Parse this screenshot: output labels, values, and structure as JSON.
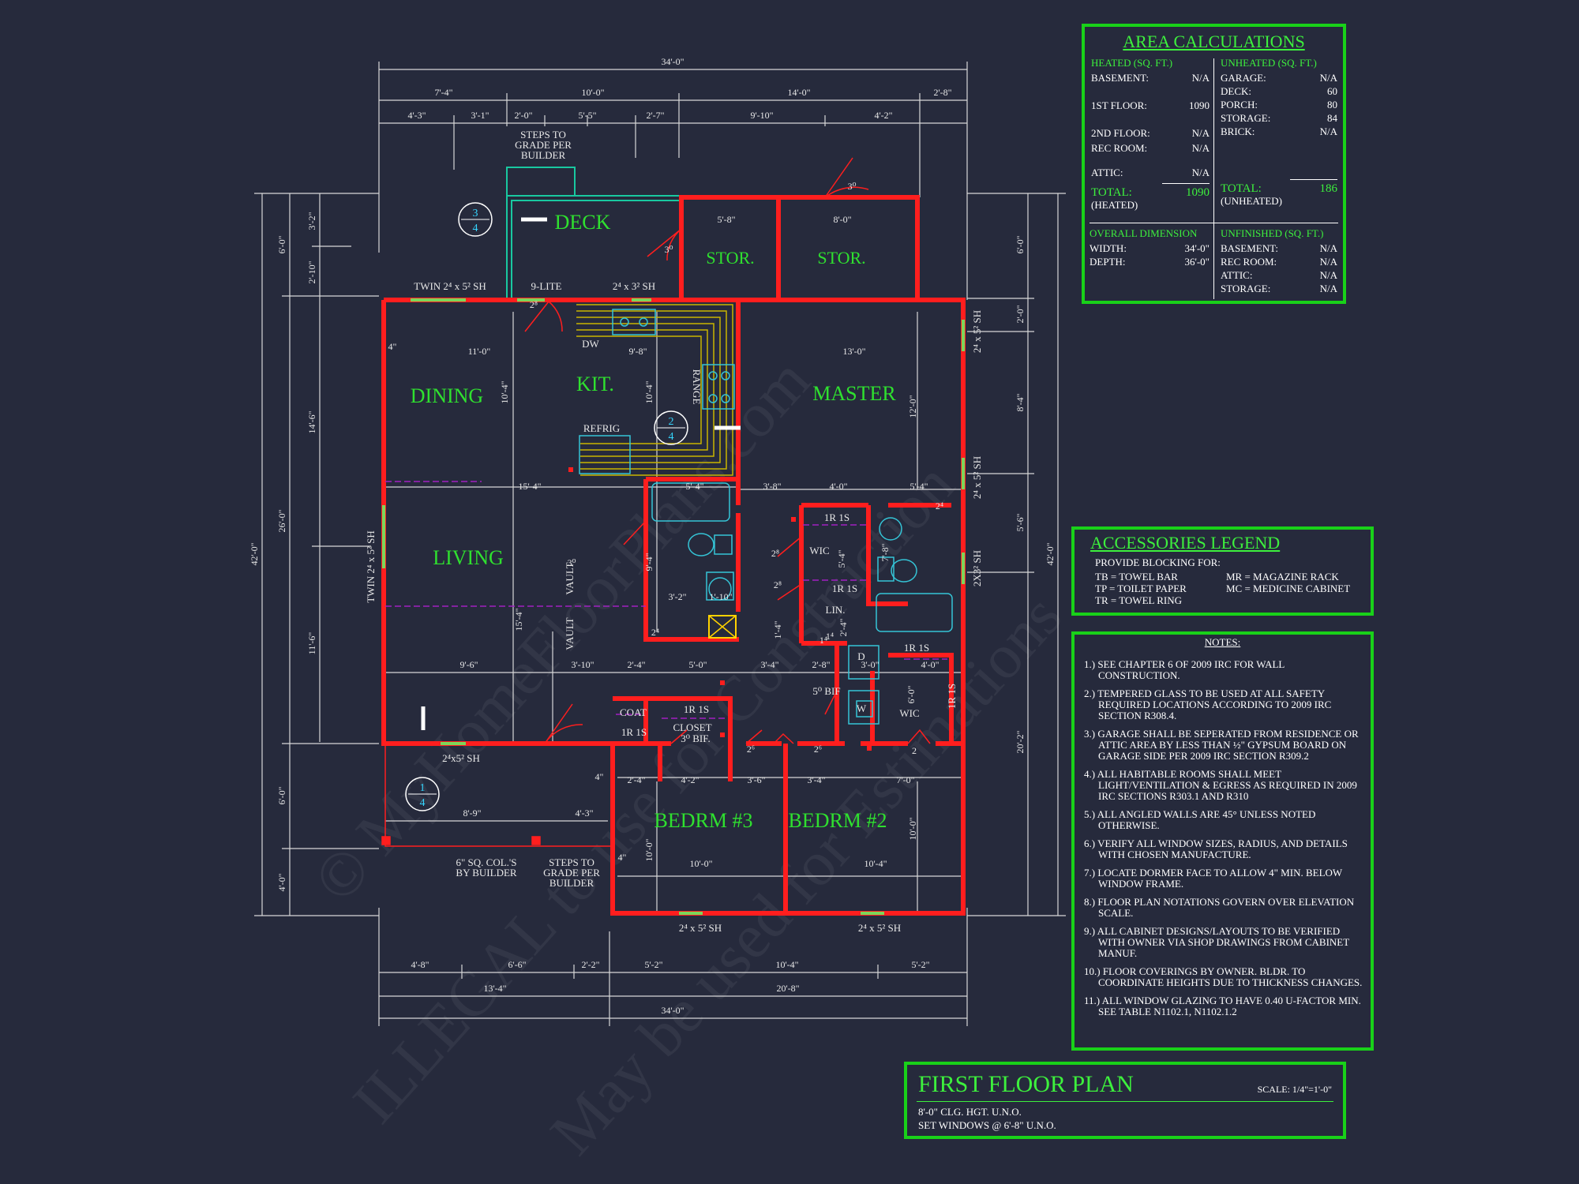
{
  "plan": {
    "rooms": [
      "DECK",
      "STOR.",
      "STOR.",
      "DINING",
      "KIT.",
      "MASTER",
      "LIVING",
      "BEDRM #3",
      "BEDRM #2"
    ],
    "labels": {
      "steps_top": [
        "STEPS TO",
        "GRADE PER",
        "BUILDER"
      ],
      "steps_bottom": [
        "STEPS TO",
        "GRADE PER",
        "BUILDER"
      ],
      "col_note": [
        "6\" SQ. COL.'S",
        "BY BUILDER"
      ],
      "twin_top": "TWIN 2⁴ x 5² SH",
      "nine_lite": "9-LITE",
      "win_kit": "2⁴ x 3² SH",
      "dw": "DW",
      "range": "RANGE",
      "refrig": "REFRIG",
      "twin_left": "TWIN 2⁴ x 5² SH",
      "vault1": "VAULT",
      "vault2": "VAULT",
      "coat": "COAT",
      "closet": "CLOSET",
      "closet_bif": "3⁰ BIF.",
      "wic1": "WIC",
      "wic2": "WIC",
      "lin": "LIN.",
      "bif5": "5⁰ BIF",
      "d": "D",
      "w": "W",
      "win_bottom_left": "2⁴x5² SH",
      "win_bed3": "2⁴ x 5² SH",
      "win_bed2": "2⁴ x 5² SH",
      "win_right1": "2⁴ x 5² SH",
      "win_right2": "2⁴ x 5² SH",
      "win_right3": "2X3² SH",
      "shelf1": "1R 1S",
      "shelf2": "1R 1S",
      "shelf3": "1R 1S",
      "shelf4": "1R 1S",
      "shelf5": "1R 1S",
      "shelf6": "1R 1S"
    },
    "section_markers": [
      {
        "top": "3",
        "bottom": "4"
      },
      {
        "top": "2",
        "bottom": "4"
      },
      {
        "top": "1",
        "bottom": "4"
      }
    ],
    "dims_top": {
      "overall": "34'-0\"",
      "row2": [
        "7'-4\"",
        "10'-0\"",
        "14'-0\"",
        "2'-8\""
      ],
      "row3": [
        "4'-3\"",
        "3'-1\"",
        "2'-0\"",
        "5'-5\"",
        "2'-7\"",
        "9'-10\"",
        "4'-2\""
      ]
    },
    "dims_bottom": {
      "row1": [
        "4'-8\"",
        "6'-6\"",
        "2'-2\"",
        "5'-2\"",
        "10'-4\"",
        "5'-2\""
      ],
      "row2": [
        "13'-4\"",
        "20'-8\""
      ],
      "overall": "34'-0\""
    },
    "dims_left": {
      "overall": "42'-0\"",
      "row2": [
        "6'-0\"",
        "26'-0\"",
        "6'-0\"",
        "4'-0\""
      ],
      "row3": [
        "3'-2\"",
        "2'-10\"",
        "14'-6\"",
        "11'-6\""
      ]
    },
    "dims_right": {
      "overall": "42'-0\"",
      "row2": [
        "6'-0\"",
        "2'-0\"",
        "8'-4\"",
        "5'-6\"",
        "20'-2\""
      ]
    },
    "dims_inner": [
      "5'-8\"",
      "8'-0\"",
      "11'-0\"",
      "9'-8\"",
      "13'-0\"",
      "10'-4\"",
      "10'-4\"",
      "12'-0\"",
      "15'-4\"",
      "5'-4\"",
      "3'-8\"",
      "4'-0\"",
      "5'-4\"",
      "9'-4\"",
      "3'-2\"",
      "1'-10\"",
      "15'-4\"",
      "9'-6\"",
      "3'-10\"",
      "2'-4\"",
      "5'-0\"",
      "3'-4\"",
      "2'-8\"",
      "3'-0\"",
      "4'-0\"",
      "6'-0\"",
      "2'-4\"",
      "4'-2\"",
      "3'-6\"",
      "3'-4\"",
      "7'-0\"",
      "10'-0\"",
      "10'-0\"",
      "10'-4\"",
      "10'-0\"",
      "8'-9\"",
      "4'-3\"",
      "5'-4\"",
      "7'-8\"",
      "2'-4\"",
      "1'-4\""
    ],
    "door_sizes": [
      "3⁰",
      "3⁰",
      "2⁸",
      "3⁰",
      "2⁸",
      "2⁸",
      "2⁴",
      "2⁴",
      "2⁶",
      "2⁶",
      "2",
      "1⁴",
      "1⁴",
      "4\"",
      "4\"",
      "4\""
    ]
  },
  "area": {
    "title": "AREA CALCULATIONS",
    "heated_head": "HEATED (SQ. FT.)",
    "unheated_head": "UNHEATED (SQ. FT.)",
    "heated": [
      {
        "k": "BASEMENT:",
        "v": "N/A"
      },
      {
        "k": "1ST FLOOR:",
        "v": "1090"
      },
      {
        "k": "2ND FLOOR:",
        "v": "N/A"
      },
      {
        "k": "REC ROOM:",
        "v": "N/A"
      },
      {
        "k": "ATTIC:",
        "v": "N/A"
      }
    ],
    "unheated": [
      {
        "k": "GARAGE:",
        "v": "N/A"
      },
      {
        "k": "DECK:",
        "v": "60"
      },
      {
        "k": "PORCH:",
        "v": "80"
      },
      {
        "k": "STORAGE:",
        "v": "84"
      },
      {
        "k": "BRICK:",
        "v": "N/A"
      }
    ],
    "heated_total_label": "TOTAL:",
    "heated_total": "1090",
    "heated_total_sub": "(HEATED)",
    "unheated_total_label": "TOTAL:",
    "unheated_total": "186",
    "unheated_total_sub": "(UNHEATED)",
    "overall_head": "OVERALL DIMENSION",
    "unfinished_head": "UNFINISHED (SQ. FT.)",
    "overall": [
      {
        "k": "WIDTH:",
        "v": "34'-0\""
      },
      {
        "k": "DEPTH:",
        "v": "36'-0\""
      }
    ],
    "unfinished": [
      {
        "k": "BASEMENT:",
        "v": "N/A"
      },
      {
        "k": "REC ROOM:",
        "v": "N/A"
      },
      {
        "k": "ATTIC:",
        "v": "N/A"
      },
      {
        "k": "STORAGE:",
        "v": "N/A"
      }
    ]
  },
  "accessories": {
    "title": "ACCESSORIES LEGEND",
    "intro": "PROVIDE BLOCKING FOR:",
    "left": [
      "TB = TOWEL BAR",
      "TP = TOILET PAPER",
      "TR = TOWEL RING"
    ],
    "right": [
      "MR = MAGAZINE RACK",
      "MC = MEDICINE CABINET"
    ]
  },
  "notes": {
    "title": "NOTES:",
    "items": [
      "1.) SEE CHAPTER 6 OF 2009 IRC FOR WALL CONSTRUCTION.",
      "2.) TEMPERED GLASS TO BE USED AT ALL SAFETY REQUIRED LOCATIONS ACCORDING TO 2009 IRC SECTION R308.4.",
      "3.) GARAGE SHALL BE SEPERATED FROM RESIDENCE OR ATTIC AREA BY LESS THAN ½\" GYPSUM BOARD ON GARAGE SIDE PER 2009 IRC SECTION R309.2",
      "4.) ALL HABITABLE ROOMS SHALL MEET LIGHT/VENTILATION & EGRESS AS REQUIRED IN 2009 IRC SECTIONS R303.1 AND R310",
      "5.) ALL ANGLED WALLS ARE 45° UNLESS NOTED OTHERWISE.",
      "6.) VERIFY ALL WINDOW SIZES, RADIUS, AND DETAILS WITH CHOSEN MANUFACTURE.",
      "7.) LOCATE DORMER FACE TO ALLOW 4\" MIN. BELOW WINDOW FRAME.",
      "8.) FLOOR PLAN NOTATIONS GOVERN OVER ELEVATION SCALE.",
      "9.) ALL CABINET DESIGNS/LAYOUTS TO BE VERIFIED WITH OWNER VIA SHOP DRAWINGS FROM CABINET MANUF.",
      "10.) FLOOR COVERINGS BY OWNER. BLDR. TO COORDINATE HEIGHTS DUE TO THICKNESS CHANGES.",
      "11.) ALL WINDOW GLAZING TO HAVE 0.40 U-FACTOR MIN.  SEE TABLE N1102.1, N1102.1.2"
    ]
  },
  "title_block": {
    "title": "FIRST FLOOR PLAN",
    "scale": "SCALE: 1/4\"=1'-0\"",
    "line1": "8'-0\" CLG. HGT. U.N.O.",
    "line2": "SET WINDOWS @ 6'-8\" U.N.O."
  },
  "watermark": {
    "line1": "© MyHomeFloorPlans.com",
    "line2": "ILLEGAL to use for Construction",
    "line3": "May be used for Estimations"
  },
  "colors": {
    "background": "#262a3c",
    "wall": "#ff1e1e",
    "green": "#19d119",
    "dims": "#e6e6e6",
    "fixture": "#35c4d6",
    "cabinet": "#c8b400",
    "hidden": "#a020c0"
  }
}
